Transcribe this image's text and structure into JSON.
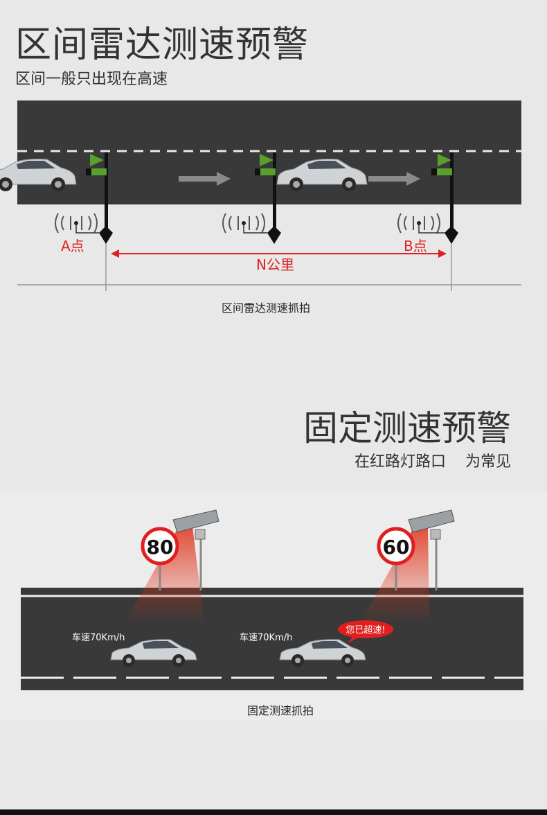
{
  "section1": {
    "title": "区间雷达测速预警",
    "subtitle": "区间一般只出现在高速",
    "point_a": "A点",
    "point_b": "B点",
    "distance": "N公里",
    "caption": "区间雷达测速抓拍"
  },
  "section2": {
    "title": "固定测速预警",
    "subtitle": "在红路灯路口    为常见",
    "sign_left": "80",
    "sign_right": "60",
    "car_left_speed": "车速70Km/h",
    "car_right_speed": "车速70Km/h",
    "alert": "您已超速!",
    "caption": "固定测速抓拍"
  },
  "colors": {
    "road": "#393939",
    "flag": "#5aa02c",
    "red": "#e02020"
  },
  "icons": [
    "car-icon",
    "flag-icon",
    "radar-icon",
    "camera-icon",
    "speed-limit-sign-icon",
    "arrow-right-icon"
  ]
}
